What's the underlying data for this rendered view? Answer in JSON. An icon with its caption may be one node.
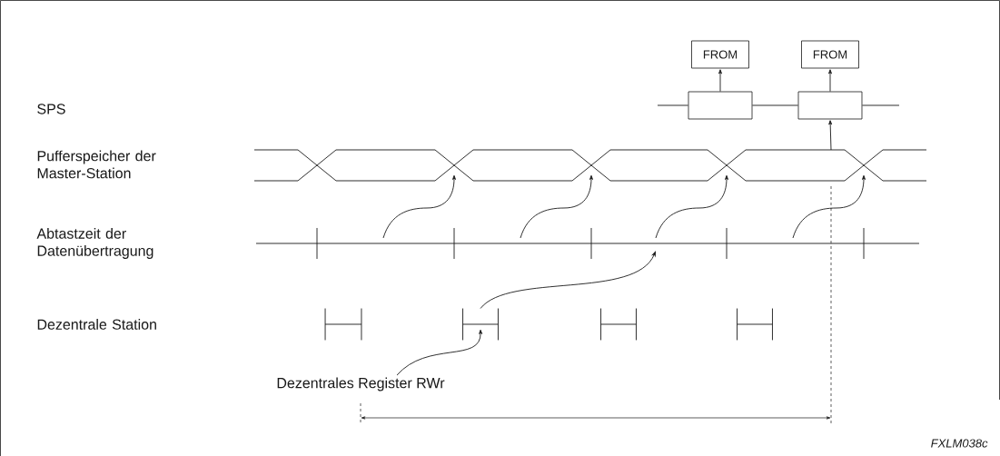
{
  "diagram": {
    "nodes": [
      {
        "text": [
          "FROM"
        ]
      },
      {
        "text": [
          "FROM"
        ]
      },
      {
        "text": [],
        "shape": "box"
      },
      {
        "text": [],
        "shape": "box"
      },
      {
        "text": [],
        "shape": "bar"
      },
      {
        "text": [],
        "shape": "bar"
      },
      {
        "text": [],
        "shape": "bar"
      },
      {
        "text": [],
        "shape": "bar"
      },
      {
        "text": [
          "Dezentrales Register RWr"
        ]
      }
    ],
    "edges": [
      {
        "from": 2,
        "to": 0,
        "arrow": "to"
      },
      {
        "from": 3,
        "to": 1,
        "arrow": "to"
      },
      {
        "from": 2,
        "to": 3,
        "arrow": "none"
      },
      {
        "from": null,
        "to": 3,
        "arrow": "to"
      },
      {
        "from": 5,
        "to": null,
        "arrow": "to"
      },
      {
        "from": 8,
        "to": 5,
        "arrow": "to"
      }
    ],
    "labels": [
      "SPS",
      "Pufferspeicher der Master-Station",
      "Abtastzeit der Datenübertragung",
      "Dezentrale Station",
      "FXLM038c"
    ]
  }
}
